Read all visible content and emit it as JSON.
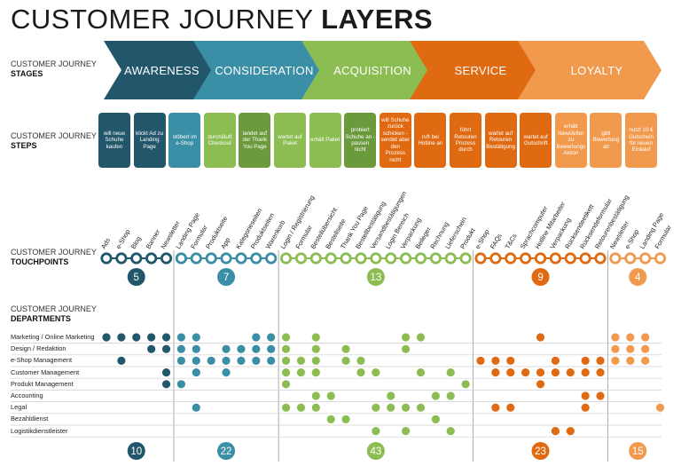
{
  "title": {
    "main": "CUSTOMER JOURNEY ",
    "bold": "LAYERS"
  },
  "sections": {
    "stages": {
      "top": "CUSTOMER JOURNEY",
      "bottom": "STAGES"
    },
    "steps": {
      "top": "CUSTOMER JOURNEY",
      "bottom": "STEPS"
    },
    "touchpoints": {
      "top": "CUSTOMER JOURNEY",
      "bottom": "TOUCHPOINTS"
    },
    "departments": {
      "top": "CUSTOMER JOURNEY",
      "bottom": "DEPARTMENTS"
    }
  },
  "colors": [
    "#22566b",
    "#3a8ea5",
    "#8bbd52",
    "#e06a12",
    "#f19a4e"
  ],
  "step_colors": [
    "#6b9a3c"
  ],
  "stages": [
    {
      "label": "AWARENESS",
      "color": "#22566b"
    },
    {
      "label": "CONSIDERATION",
      "color": "#3a8ea5"
    },
    {
      "label": "ACQUISITION",
      "color": "#8bbd52"
    },
    {
      "label": "SERVICE",
      "color": "#e06a12"
    },
    {
      "label": "LOYALTY",
      "color": "#f19a4e"
    }
  ],
  "steps": [
    {
      "text": "will neue Schuhe kaufen",
      "stage": 0
    },
    {
      "text": "klickt Ad zu Landing Page",
      "stage": 0
    },
    {
      "text": "stöbert im e-Shop",
      "stage": 1
    },
    {
      "text": "durchläuft Checkout",
      "stage": 2
    },
    {
      "text": "landet auf der Thank You Page",
      "stage": 2,
      "dark": true
    },
    {
      "text": "wartet auf Paket",
      "stage": 2
    },
    {
      "text": "erhält Paket",
      "stage": 2
    },
    {
      "text": "probiert Schuhe an - passen nicht",
      "stage": 2,
      "dark": true
    },
    {
      "text": "will Schuhe zurück schicken - sendet aber den Prozess nicht",
      "stage": 3
    },
    {
      "text": "ruft bei Hotline an",
      "stage": 3
    },
    {
      "text": "führt Retouren Prozess durch",
      "stage": 3
    },
    {
      "text": "wartet auf Retouren Bestätigung",
      "stage": 3
    },
    {
      "text": "wartet auf Gutschrift",
      "stage": 3
    },
    {
      "text": "erhält Newsletter zu Bewertungs Aktion",
      "stage": 4
    },
    {
      "text": "gibt Bewertung ab",
      "stage": 4
    },
    {
      "text": "nutzt 10 € Gutschein für neuen Einkauf",
      "stage": 4
    }
  ],
  "touchpoints": [
    {
      "label": "Ads",
      "stage": 0
    },
    {
      "label": "e-Shop",
      "stage": 0
    },
    {
      "label": "Blog",
      "stage": 0
    },
    {
      "label": "Banner",
      "stage": 0
    },
    {
      "label": "Newsletter",
      "stage": 0
    },
    {
      "label": "Landing Page",
      "stage": 1
    },
    {
      "label": "Formular",
      "stage": 1
    },
    {
      "label": "Produktseite",
      "stage": 1
    },
    {
      "label": "App",
      "stage": 1
    },
    {
      "label": "Kategorieseiten",
      "stage": 1
    },
    {
      "label": "Produktseiten",
      "stage": 1
    },
    {
      "label": "Warenkorb",
      "stage": 1
    },
    {
      "label": "Login / Registrierung",
      "stage": 2
    },
    {
      "label": "Formular",
      "stage": 2
    },
    {
      "label": "Bestellübersicht",
      "stage": 2
    },
    {
      "label": "Bestellseite",
      "stage": 2
    },
    {
      "label": "Thank You Page",
      "stage": 2
    },
    {
      "label": "Bestellbestätigung",
      "stage": 2
    },
    {
      "label": "Versandbestätigungen",
      "stage": 2
    },
    {
      "label": "Login Bereich",
      "stage": 2
    },
    {
      "label": "Verpackung",
      "stage": 2
    },
    {
      "label": "Beileger",
      "stage": 2
    },
    {
      "label": "Rechnung",
      "stage": 2
    },
    {
      "label": "Lieferschein",
      "stage": 2
    },
    {
      "label": "Produkt",
      "stage": 2
    },
    {
      "label": "e-Shop",
      "stage": 3
    },
    {
      "label": "FAQs",
      "stage": 3
    },
    {
      "label": "T&Cs",
      "stage": 3
    },
    {
      "label": "Sprachcomputer",
      "stage": 3
    },
    {
      "label": "Hotline Mitarbeiter",
      "stage": 3
    },
    {
      "label": "Verpackung",
      "stage": 3
    },
    {
      "label": "Rücksendeetikett",
      "stage": 3
    },
    {
      "label": "Rücksendeformular",
      "stage": 3
    },
    {
      "label": "Retourenbestätigung",
      "stage": 3
    },
    {
      "label": "Newsletter",
      "stage": 4
    },
    {
      "label": "e-Shop",
      "stage": 4
    },
    {
      "label": "Landing Page",
      "stage": 4
    },
    {
      "label": "Formular",
      "stage": 4
    }
  ],
  "touchpoint_counts": [
    "5",
    "7",
    "13",
    "9",
    "4"
  ],
  "departments": [
    {
      "name": "Marketing / Online Marketing",
      "dots": [
        0,
        1,
        2,
        3,
        4,
        5,
        6,
        10,
        11,
        12,
        14,
        20,
        21,
        29,
        34,
        35,
        36
      ]
    },
    {
      "name": "Design / Redaktion",
      "dots": [
        3,
        4,
        5,
        6,
        8,
        9,
        10,
        11,
        12,
        14,
        16,
        20,
        34,
        35,
        36
      ]
    },
    {
      "name": "e-Shop Management",
      "dots": [
        1,
        5,
        6,
        7,
        8,
        9,
        10,
        11,
        12,
        13,
        14,
        16,
        17,
        25,
        26,
        27,
        30,
        32,
        33,
        34,
        35,
        36
      ]
    },
    {
      "name": "Customer Management",
      "dots": [
        4,
        6,
        8,
        12,
        13,
        14,
        17,
        18,
        21,
        23,
        26,
        27,
        28,
        29,
        30,
        31,
        32,
        33
      ]
    },
    {
      "name": "Produkt Management",
      "dots": [
        4,
        5,
        12,
        24,
        29
      ]
    },
    {
      "name": "Accounting",
      "dots": [
        14,
        15,
        19,
        22,
        23,
        32,
        33
      ]
    },
    {
      "name": "Legal",
      "dots": [
        6,
        12,
        13,
        14,
        18,
        19,
        20,
        21,
        26,
        27,
        32,
        37
      ]
    },
    {
      "name": "Bezahldienst",
      "dots": [
        15,
        16,
        22
      ]
    },
    {
      "name": "Logistikdienstleister",
      "dots": [
        18,
        20,
        23,
        30,
        31
      ]
    }
  ],
  "department_counts": [
    "10",
    "22",
    "43",
    "23",
    "15"
  ]
}
